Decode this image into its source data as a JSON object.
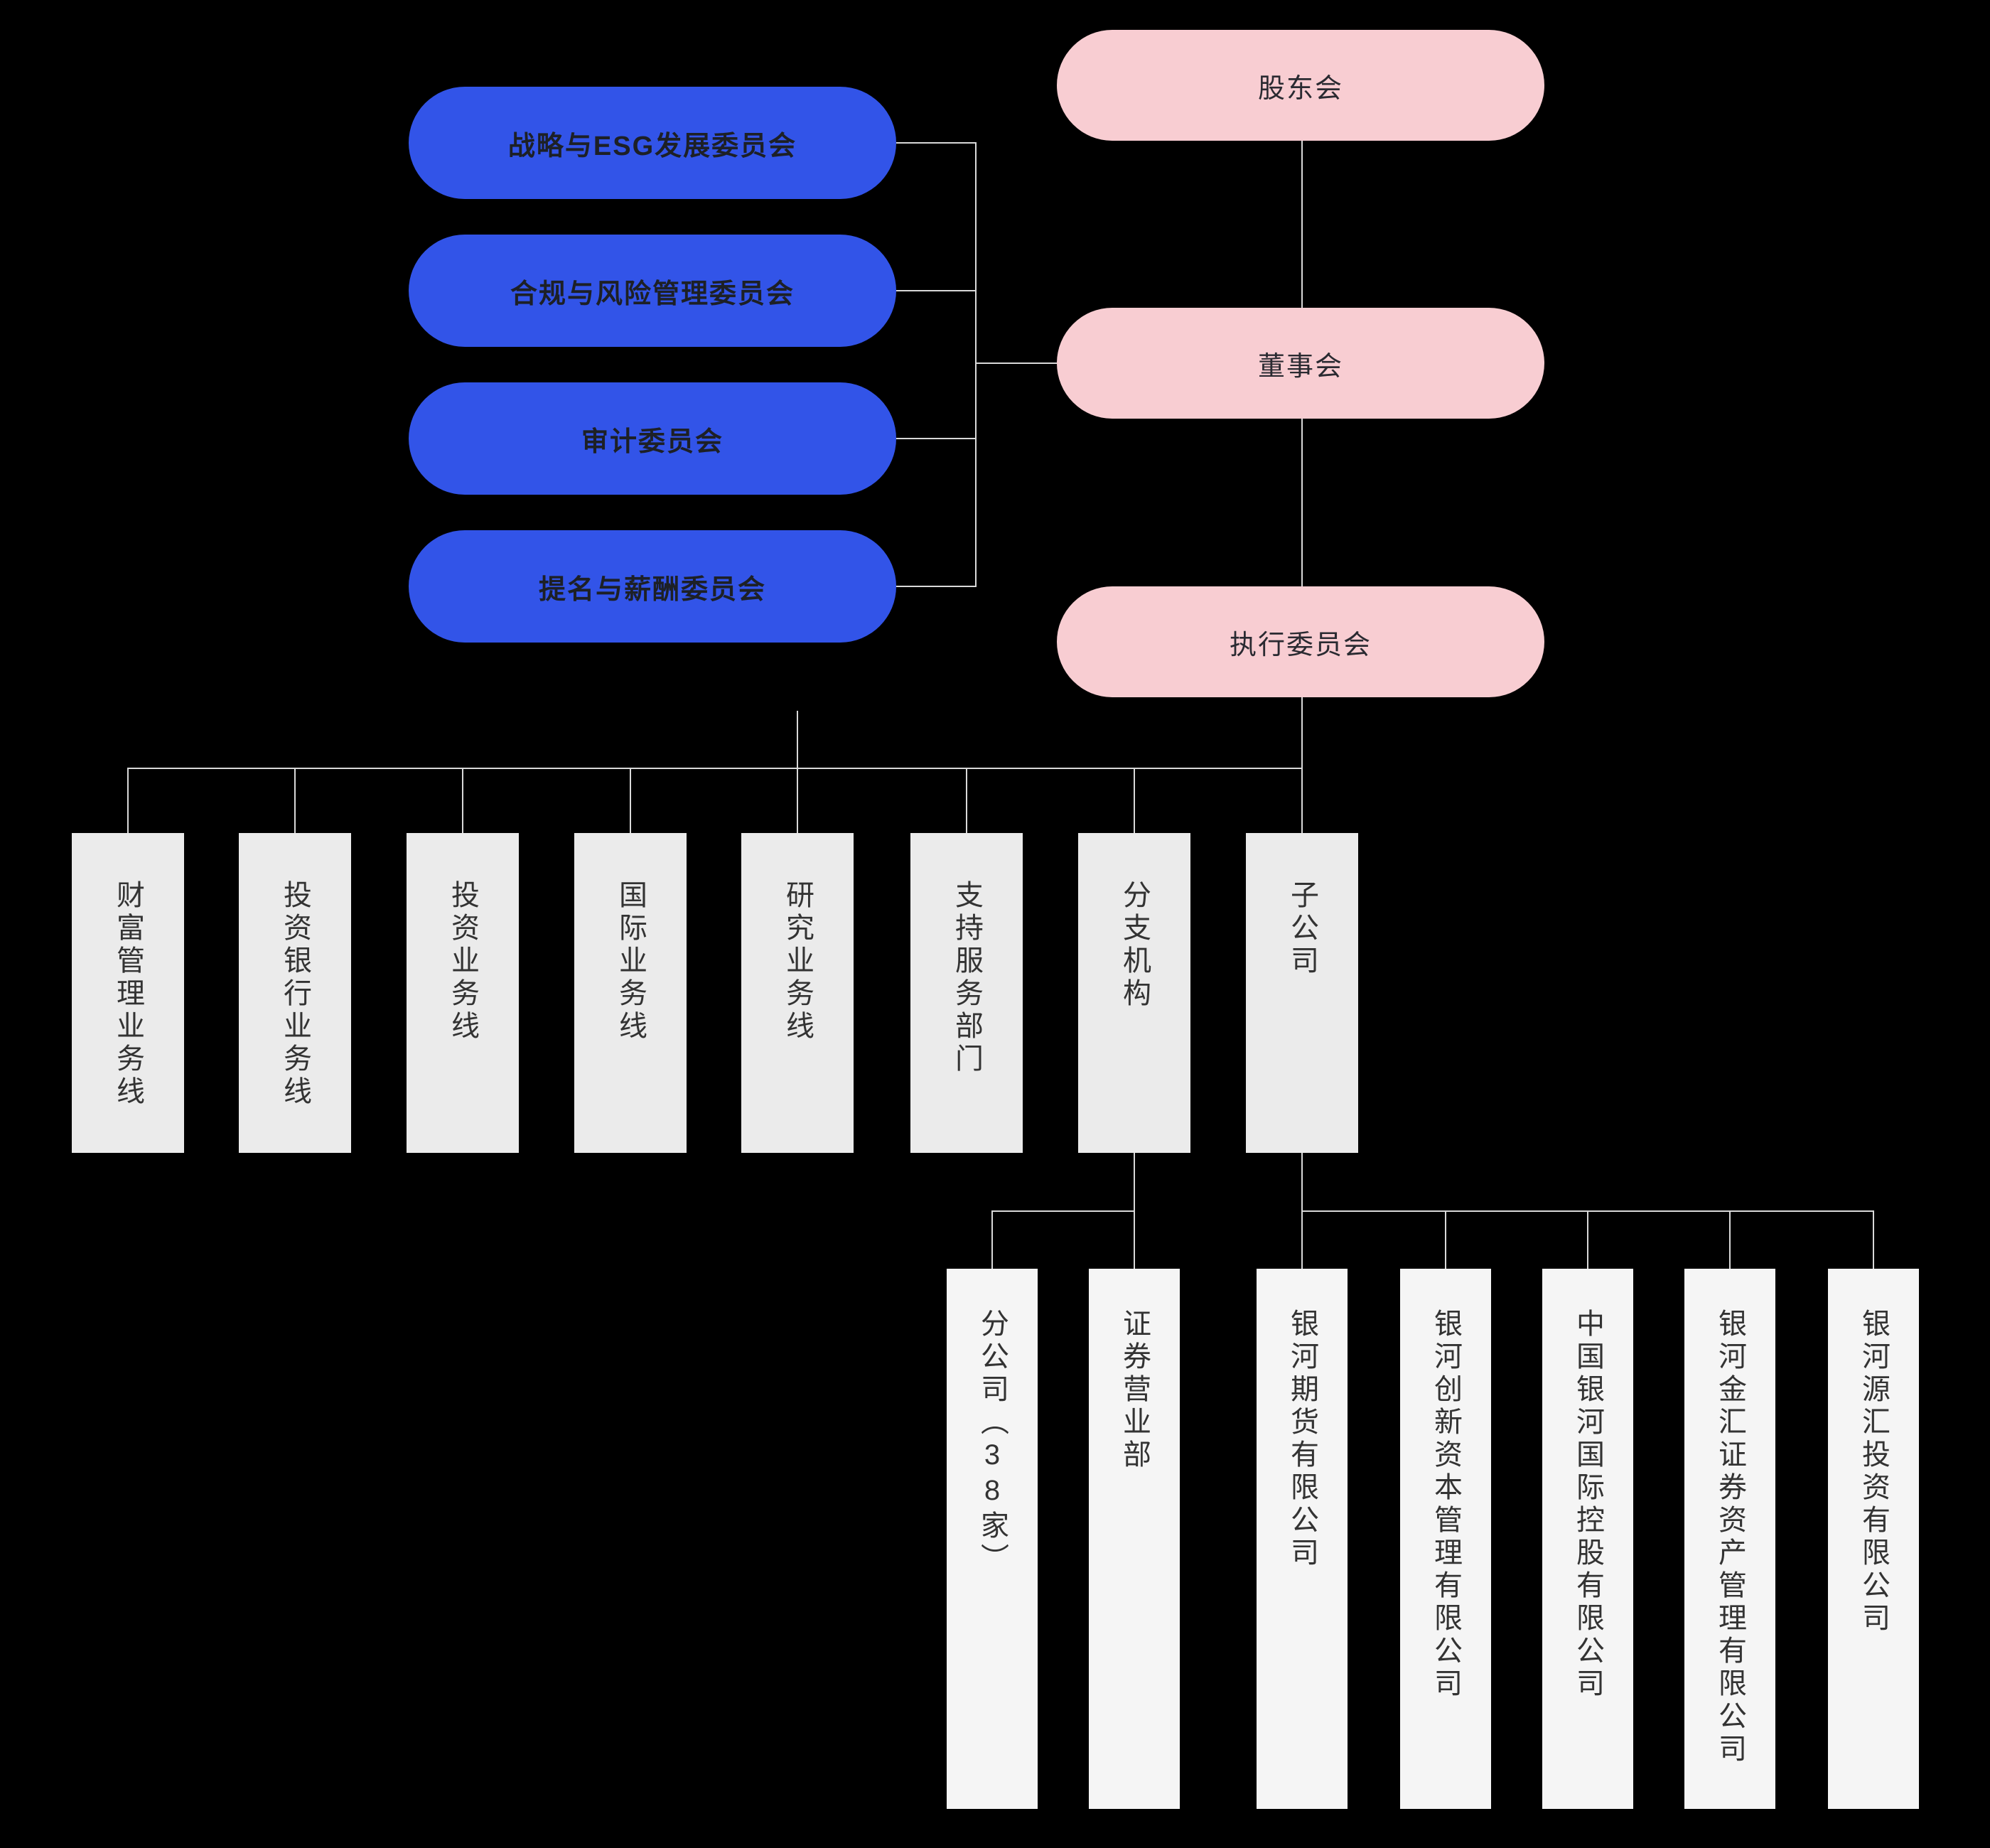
{
  "colors": {
    "background": "#000000",
    "governance_pink": "#f8cdd2",
    "committee_blue": "#3254e8",
    "division_gray": "#ebebeb",
    "subsidiary_gray": "#f5f5f5",
    "connector_line": "#d9d9d9",
    "dark_text": "#2a2a31"
  },
  "governance": {
    "shareholders": {
      "label": "股东会"
    },
    "board": {
      "label": "董事会"
    },
    "executive": {
      "label": "执行委员会"
    }
  },
  "committees": [
    {
      "label": "战略与ESG发展委员会"
    },
    {
      "label": "合规与风险管理委员会"
    },
    {
      "label": "审计委员会"
    },
    {
      "label": "提名与薪酬委员会"
    }
  ],
  "divisions": [
    {
      "label": "财富管理业务线"
    },
    {
      "label": "投资银行业务线"
    },
    {
      "label": "投资业务线"
    },
    {
      "label": "国际业务线"
    },
    {
      "label": "研究业务线"
    },
    {
      "label": "支持服务部门"
    },
    {
      "label": "分支机构"
    },
    {
      "label": "子公司"
    }
  ],
  "branch_children": [
    {
      "label": "分公司（38家）"
    },
    {
      "label": "证券营业部"
    }
  ],
  "subsidiaries": [
    {
      "label": "银河期货有限公司"
    },
    {
      "label": "银河创新资本管理有限公司"
    },
    {
      "label": "中国银河国际控股有限公司"
    },
    {
      "label": "银河金汇证券资产管理有限公司"
    },
    {
      "label": "银河源汇投资有限公司"
    }
  ]
}
